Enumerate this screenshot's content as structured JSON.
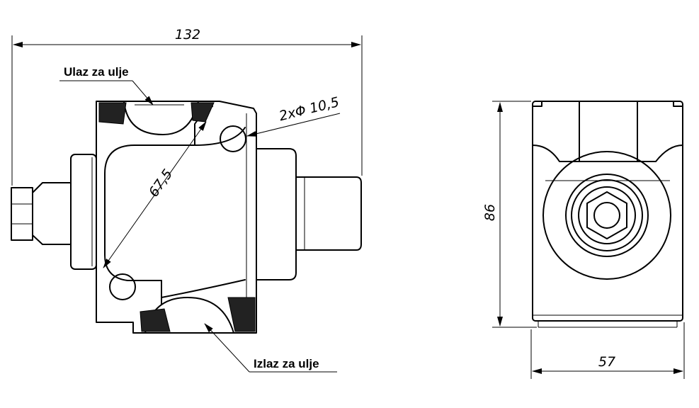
{
  "labels": {
    "inlet": "Ulaz za ulje",
    "outlet": "Izlaz za ulje"
  },
  "dimensions": {
    "overall_length": "132",
    "holes": "2xΦ 10,5",
    "diagonal": "67,5",
    "height": "86",
    "width": "57"
  }
}
